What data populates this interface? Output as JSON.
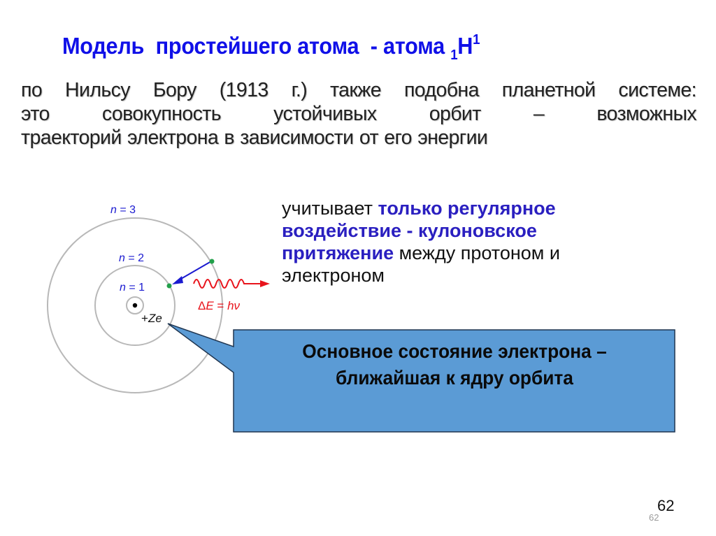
{
  "slide": {
    "title": {
      "main": "Модель  простейшего атома  - атома ",
      "subscript": "1",
      "element": "H",
      "superscript": "1"
    },
    "intro_lines": [
      "по Нильсу Бору (1913 г.) также подобна планетной системе:",
      "это совокупность устойчивых орбит – возможных",
      "траекторий  электрона в зависимости от его энергии"
    ],
    "note": {
      "part1": "учитывает ",
      "emphasis": "только регулярное воздействие - кулоновское притяжение",
      "part2": " между протоном и электроном"
    },
    "diagram": {
      "labels": {
        "n3": "n = 3",
        "n2": "n = 2",
        "n1": "n = 1",
        "nucleus": "+Ze",
        "energy": "ΔE = hν"
      },
      "colors": {
        "orbit": "#b8b8b8",
        "label_blue": "#1a1ad0",
        "electron": "#22a04a",
        "transition_arrow": "#1a1ad0",
        "photon": "#e8141c",
        "nucleus": "#000000"
      }
    },
    "callout": {
      "text_line1": "Основное  состояние электрона –",
      "text_line2": "ближайшая к ядру орбита",
      "fill": "#5b9bd5",
      "border": "#1f3550"
    },
    "page_number": "62",
    "page_number_small": "62",
    "colors": {
      "title": "#1010e8",
      "body_text": "#222222",
      "emphasis": "#2a1fc0"
    }
  }
}
